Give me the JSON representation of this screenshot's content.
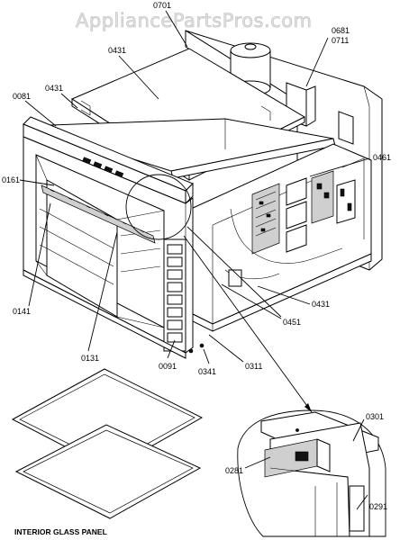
{
  "watermark": "AppliancePartsPros.com",
  "caption": "INTERIOR GLASS PANEL",
  "callouts": {
    "c0701": "0701",
    "c0681": "0681",
    "c0711": "0711",
    "c0431_top": "0431",
    "c0081": "0081",
    "c0431_left": "0431",
    "c0461": "0461",
    "c0161": "0161",
    "c0431_mid": "0431",
    "c0451": "0451",
    "c0141": "0141",
    "c0131": "0131",
    "c0091": "0091",
    "c0341": "0341",
    "c0311": "0311",
    "c0301": "0301",
    "c0281": "0281",
    "c0291": "0291"
  }
}
